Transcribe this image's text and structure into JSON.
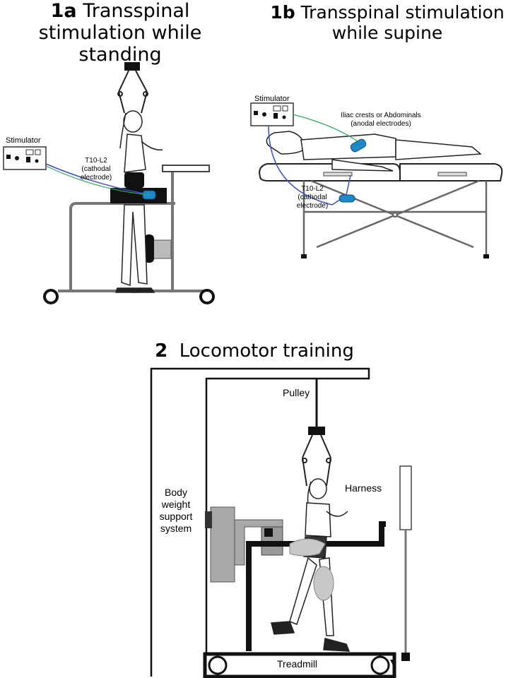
{
  "panels": {
    "p1a": {
      "number": "1a",
      "title": "Transspinal stimulation while standing"
    },
    "p1b": {
      "number": "1b",
      "title": "Transspinal stimulation while supine"
    },
    "p2": {
      "number": "2",
      "title": "Locomotor training"
    }
  },
  "labels": {
    "stimulator_1a": "Stimulator",
    "cathodal_1a_line1": "T10-L2",
    "cathodal_1a_line2": "(cathodal",
    "cathodal_1a_line3": "electrode)",
    "stimulator_1b": "Stimulator",
    "anodal_line1": "Iliac crests or Abdominals",
    "anodal_line2": "(anodal electrodes)",
    "cathodal_1b_line1": "T10-L2",
    "cathodal_1b_line2": "(cathodal",
    "cathodal_1b_line3": "electrode)",
    "pulley": "Pulley",
    "harness": "Harness",
    "bws_line1": "Body",
    "bws_line2": "weight",
    "bws_line3": "support",
    "bws_line4": "system",
    "treadmill": "Treadmill"
  },
  "colors": {
    "electrode": "#1e88c8",
    "cathode_wire": "#3a4fd0",
    "anode_wire": "#2faa5a",
    "frame": "#888888",
    "gray_part": "#a8a8a8",
    "dark": "#111111"
  }
}
